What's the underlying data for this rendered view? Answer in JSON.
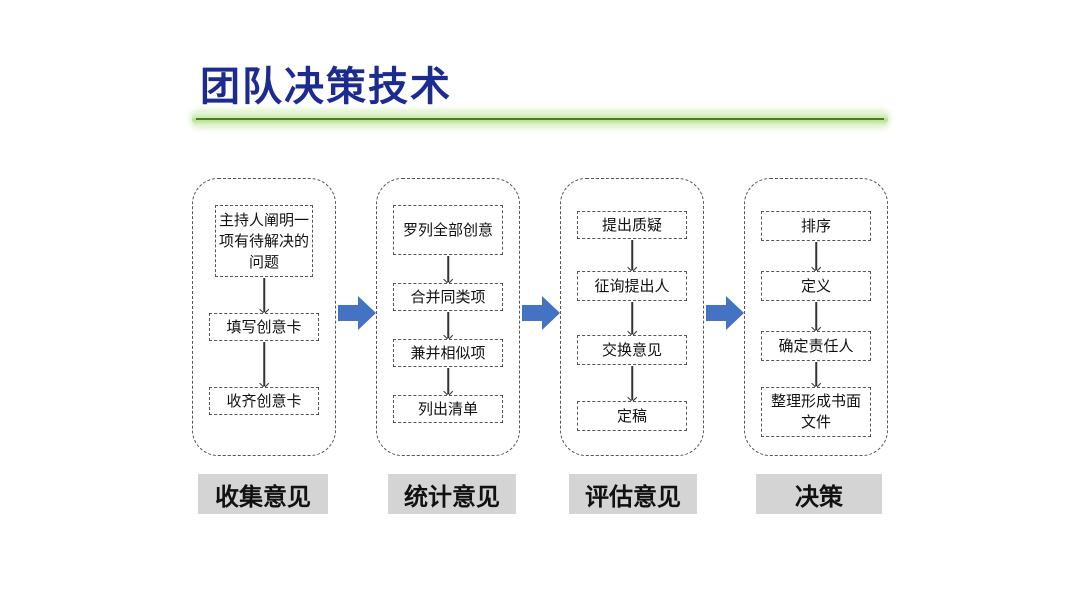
{
  "title": "团队决策技术",
  "stages": [
    {
      "steps": [
        "主持人阐明一项有待解决的问题",
        "填写创意卡",
        "收齐创意卡"
      ],
      "label": "收集意见"
    },
    {
      "steps": [
        "罗列全部创意",
        "合并同类项",
        "兼并相似项",
        "列出清单"
      ],
      "label": "统计意见"
    },
    {
      "steps": [
        "提出质疑",
        "征询提出人",
        "交换意见",
        "定稿"
      ],
      "label": "评估意见"
    },
    {
      "steps": [
        "排序",
        "定义",
        "确定责任人",
        "整理形成书面文件"
      ],
      "label": "决策"
    }
  ],
  "colors": {
    "title": "#1c2b8f",
    "flow_arrow": "#4472c4",
    "label_bg": "#d4d4d4",
    "divider": "#b4e08c"
  },
  "icons": {
    "flow_arrow": "right-arrow-icon"
  }
}
